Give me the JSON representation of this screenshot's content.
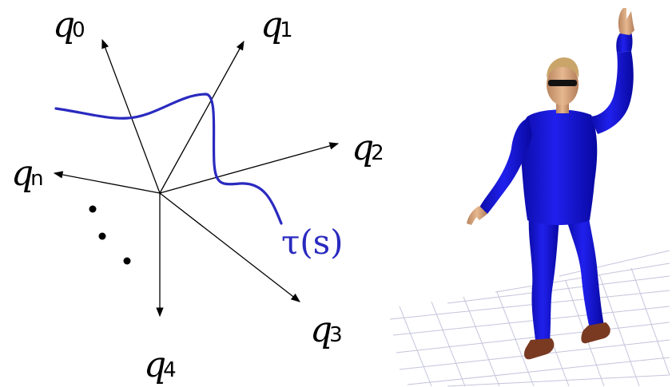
{
  "diagram": {
    "axes": [
      {
        "id": "q0",
        "letter": "q",
        "sub": "0"
      },
      {
        "id": "q1",
        "letter": "q",
        "sub": "1"
      },
      {
        "id": "q2",
        "letter": "q",
        "sub": "2"
      },
      {
        "id": "qn",
        "letter": "q",
        "sub": "n"
      },
      {
        "id": "q3",
        "letter": "q",
        "sub": "3"
      },
      {
        "id": "q4",
        "letter": "q",
        "sub": "4"
      }
    ],
    "curve_label": "τ(s)",
    "colors": {
      "curve": "#2a2ac0",
      "axes": "#000000",
      "figure_body": "#1a1ae0",
      "figure_shadow": "#0a0a90",
      "skin": "#d9a77f",
      "hair": "#caa56a",
      "shoes": "#7a3a22",
      "grid": "#c8c8e0"
    }
  }
}
